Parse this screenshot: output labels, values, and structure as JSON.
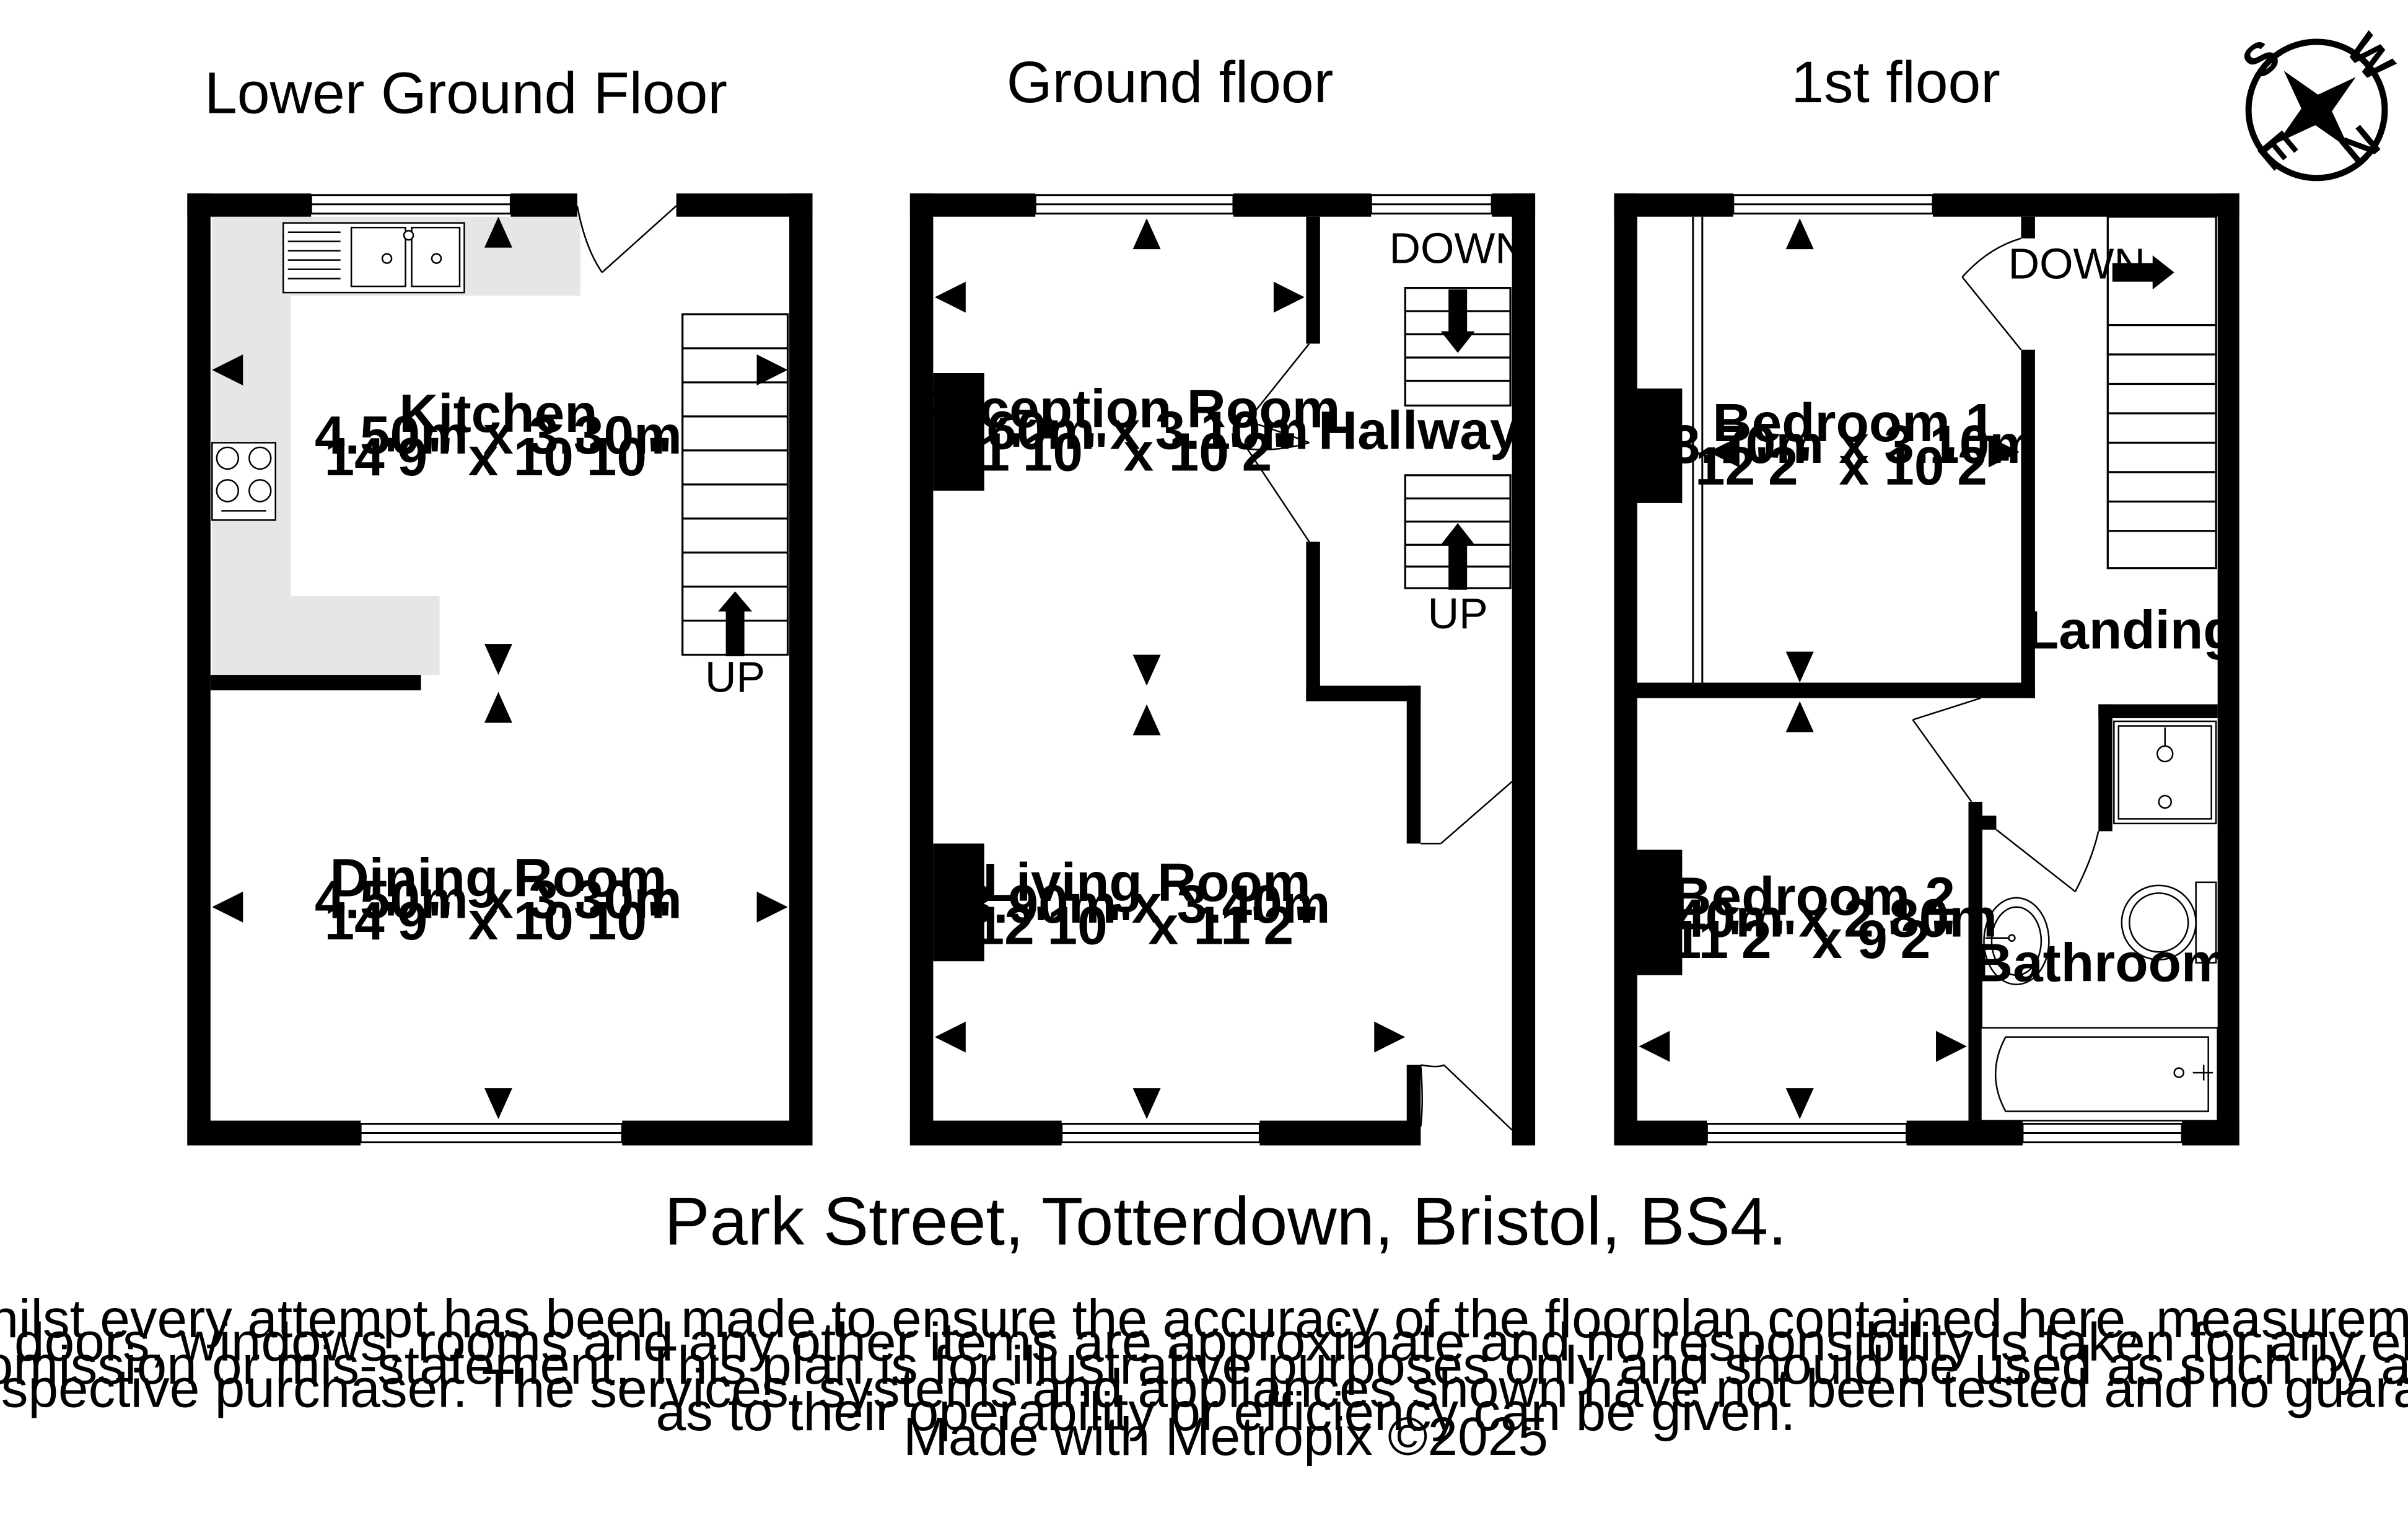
{
  "floors": [
    {
      "title": "Lower Ground Floor"
    },
    {
      "title": "Ground floor"
    },
    {
      "title": "1st floor"
    }
  ],
  "rooms": {
    "kitchen": {
      "name": "Kitchen",
      "metric": "4.50m  x 3.30m",
      "imperial": "14'9\"  x 10'10\""
    },
    "dining": {
      "name": "Dining Room",
      "metric": "4.50m  x 3.30m",
      "imperial": "14'9\"  x 10'10\""
    },
    "reception": {
      "name": "Reception Room",
      "metric": "3.60m  x 3.10m",
      "imperial": "11'10\"  x 10'2\""
    },
    "hallway": {
      "name": "Hallway"
    },
    "living": {
      "name": "Living Room",
      "metric": "3.90m  x 3.40m",
      "imperial": "12'10\"  x 11'2\""
    },
    "bedroom1": {
      "name": "Bedroom 1",
      "metric": "3.70m  x 3.10m",
      "imperial": "12'2\"  x 10'2\""
    },
    "landing": {
      "name": "Landing"
    },
    "bedroom2": {
      "name": "Bedroom 2",
      "metric": "3.40m  x 2.80m",
      "imperial": "11'2\"  x 9'2\""
    },
    "bathroom": {
      "name": "Bathroom"
    }
  },
  "stairs": {
    "up": "UP",
    "down": "DOWN"
  },
  "compass": {
    "s": "S",
    "w": "W",
    "n": "N",
    "e": "E"
  },
  "address": "Park Street, Totterdown, Bristol, BS4.",
  "disclaimer": [
    "Whilst every attempt has been made to ensure the accuracy of the floorplan contained here, measurements",
    "of doors, windows, rooms and any other items are approximate and no responsibility is taken for any error,",
    "omission or mis-statement. This plan is for illustrative purposes only and should be used as such by any",
    "prospective purchaser. The services, systems and appliances shown have not been tested and no guarantee",
    "as to their operability or efficiency can be given.",
    "Made with Metropix ©2025"
  ],
  "colors": {
    "wall": "#000000",
    "counter": "#e6e6e6",
    "fixture_stroke": "#555555"
  }
}
